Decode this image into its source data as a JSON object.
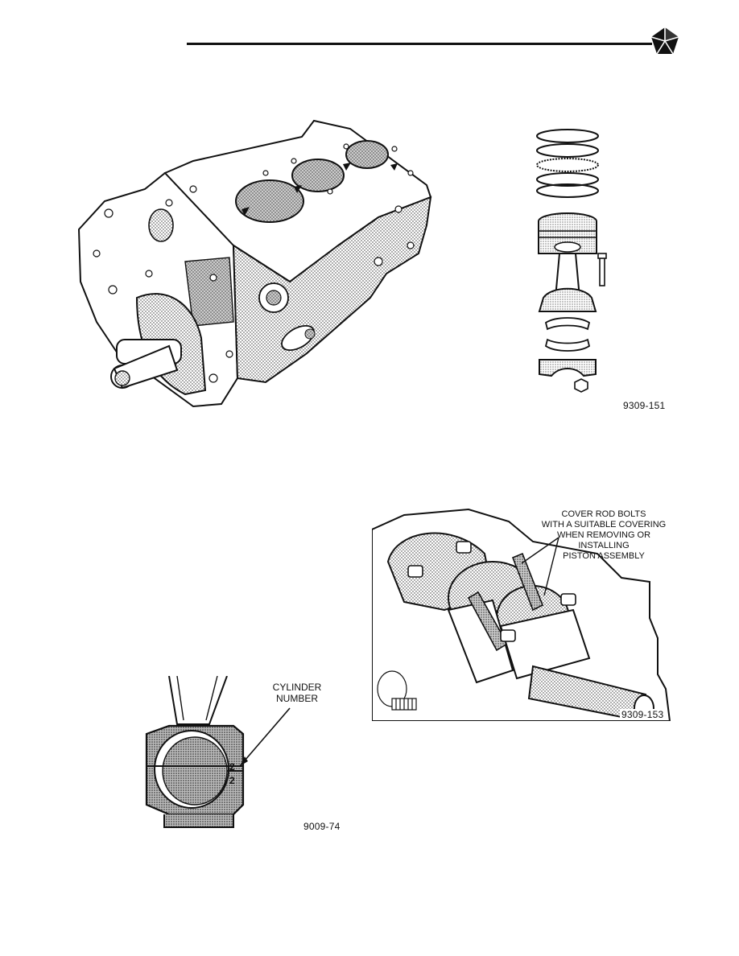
{
  "header": {
    "logo_icon": "pentastar-logo-icon"
  },
  "figures": {
    "engine_block": {
      "icon": "engine-block-illustration"
    },
    "piston_assembly": {
      "icon": "piston-rod-assembly-illustration",
      "code": "9309-151"
    },
    "rod_cap": {
      "icon": "connecting-rod-cap-illustration",
      "code": "9009-74",
      "callout": [
        "CYLINDER",
        "NUMBER"
      ],
      "stamp_digit": "2"
    },
    "crankshaft": {
      "icon": "crankshaft-rod-bolts-illustration",
      "code": "9309-153",
      "callout": [
        "COVER ROD BOLTS",
        "WITH A SUITABLE COVERING",
        "WHEN REMOVING OR",
        "INSTALLING",
        "PISTON ASSEMBLY"
      ]
    }
  }
}
